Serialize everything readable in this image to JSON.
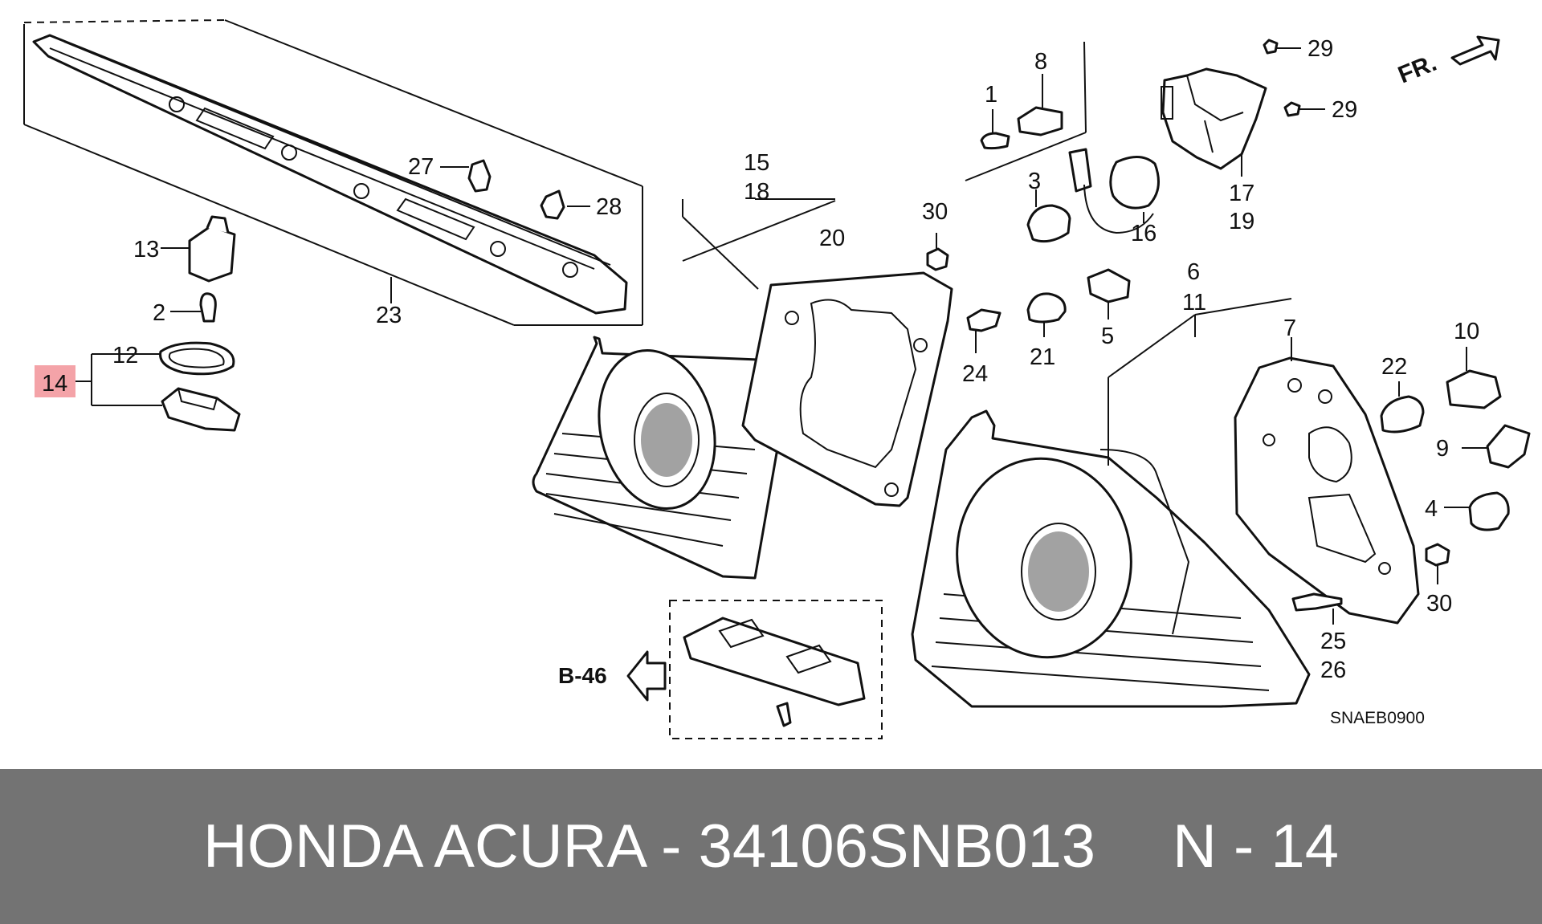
{
  "diagram": {
    "callouts": {
      "c1": "1",
      "c2": "2",
      "c3": "3",
      "c4": "4",
      "c5": "5",
      "c6": "6",
      "c7": "7",
      "c8": "8",
      "c9": "9",
      "c10": "10",
      "c11": "11",
      "c12": "12",
      "c13": "13",
      "c14": "14",
      "c15": "15",
      "c16": "16",
      "c17": "17",
      "c18": "18",
      "c19": "19",
      "c20": "20",
      "c21": "21",
      "c22": "22",
      "c23": "23",
      "c24": "24",
      "c25": "25",
      "c26": "26",
      "c27": "27",
      "c28": "28",
      "c29a": "29",
      "c29b": "29",
      "c30a": "30",
      "c30b": "30"
    },
    "highlight_color": "#f4a3a8",
    "reference": "B-46",
    "direction": "FR.",
    "diagram_code": "SNAEB0900"
  },
  "footer": {
    "title": "HONDA ACURA - 34106SNB013",
    "position_label": "N - 14",
    "background": "#737373"
  }
}
